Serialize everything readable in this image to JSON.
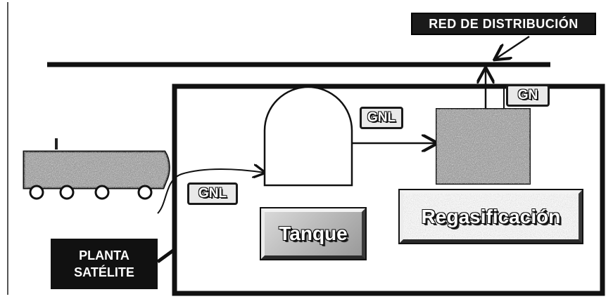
{
  "labels": {
    "red_distribucion": "RED DE DISTRIBUCIÓN",
    "gn": "GN",
    "gnl_top": "GNL",
    "gnl_left": "GNL",
    "tanque": "Tanque",
    "regasificacion": "Regasificación",
    "planta_line1": "PLANTA",
    "planta_line2": "SATÉLITE"
  },
  "colors": {
    "ink": "#111111",
    "label_bg": "#e9e9e9",
    "dark_label_bg": "#111111",
    "texture_fill": "#8c8c8c",
    "bevel_fill": "#b4b4b4"
  }
}
